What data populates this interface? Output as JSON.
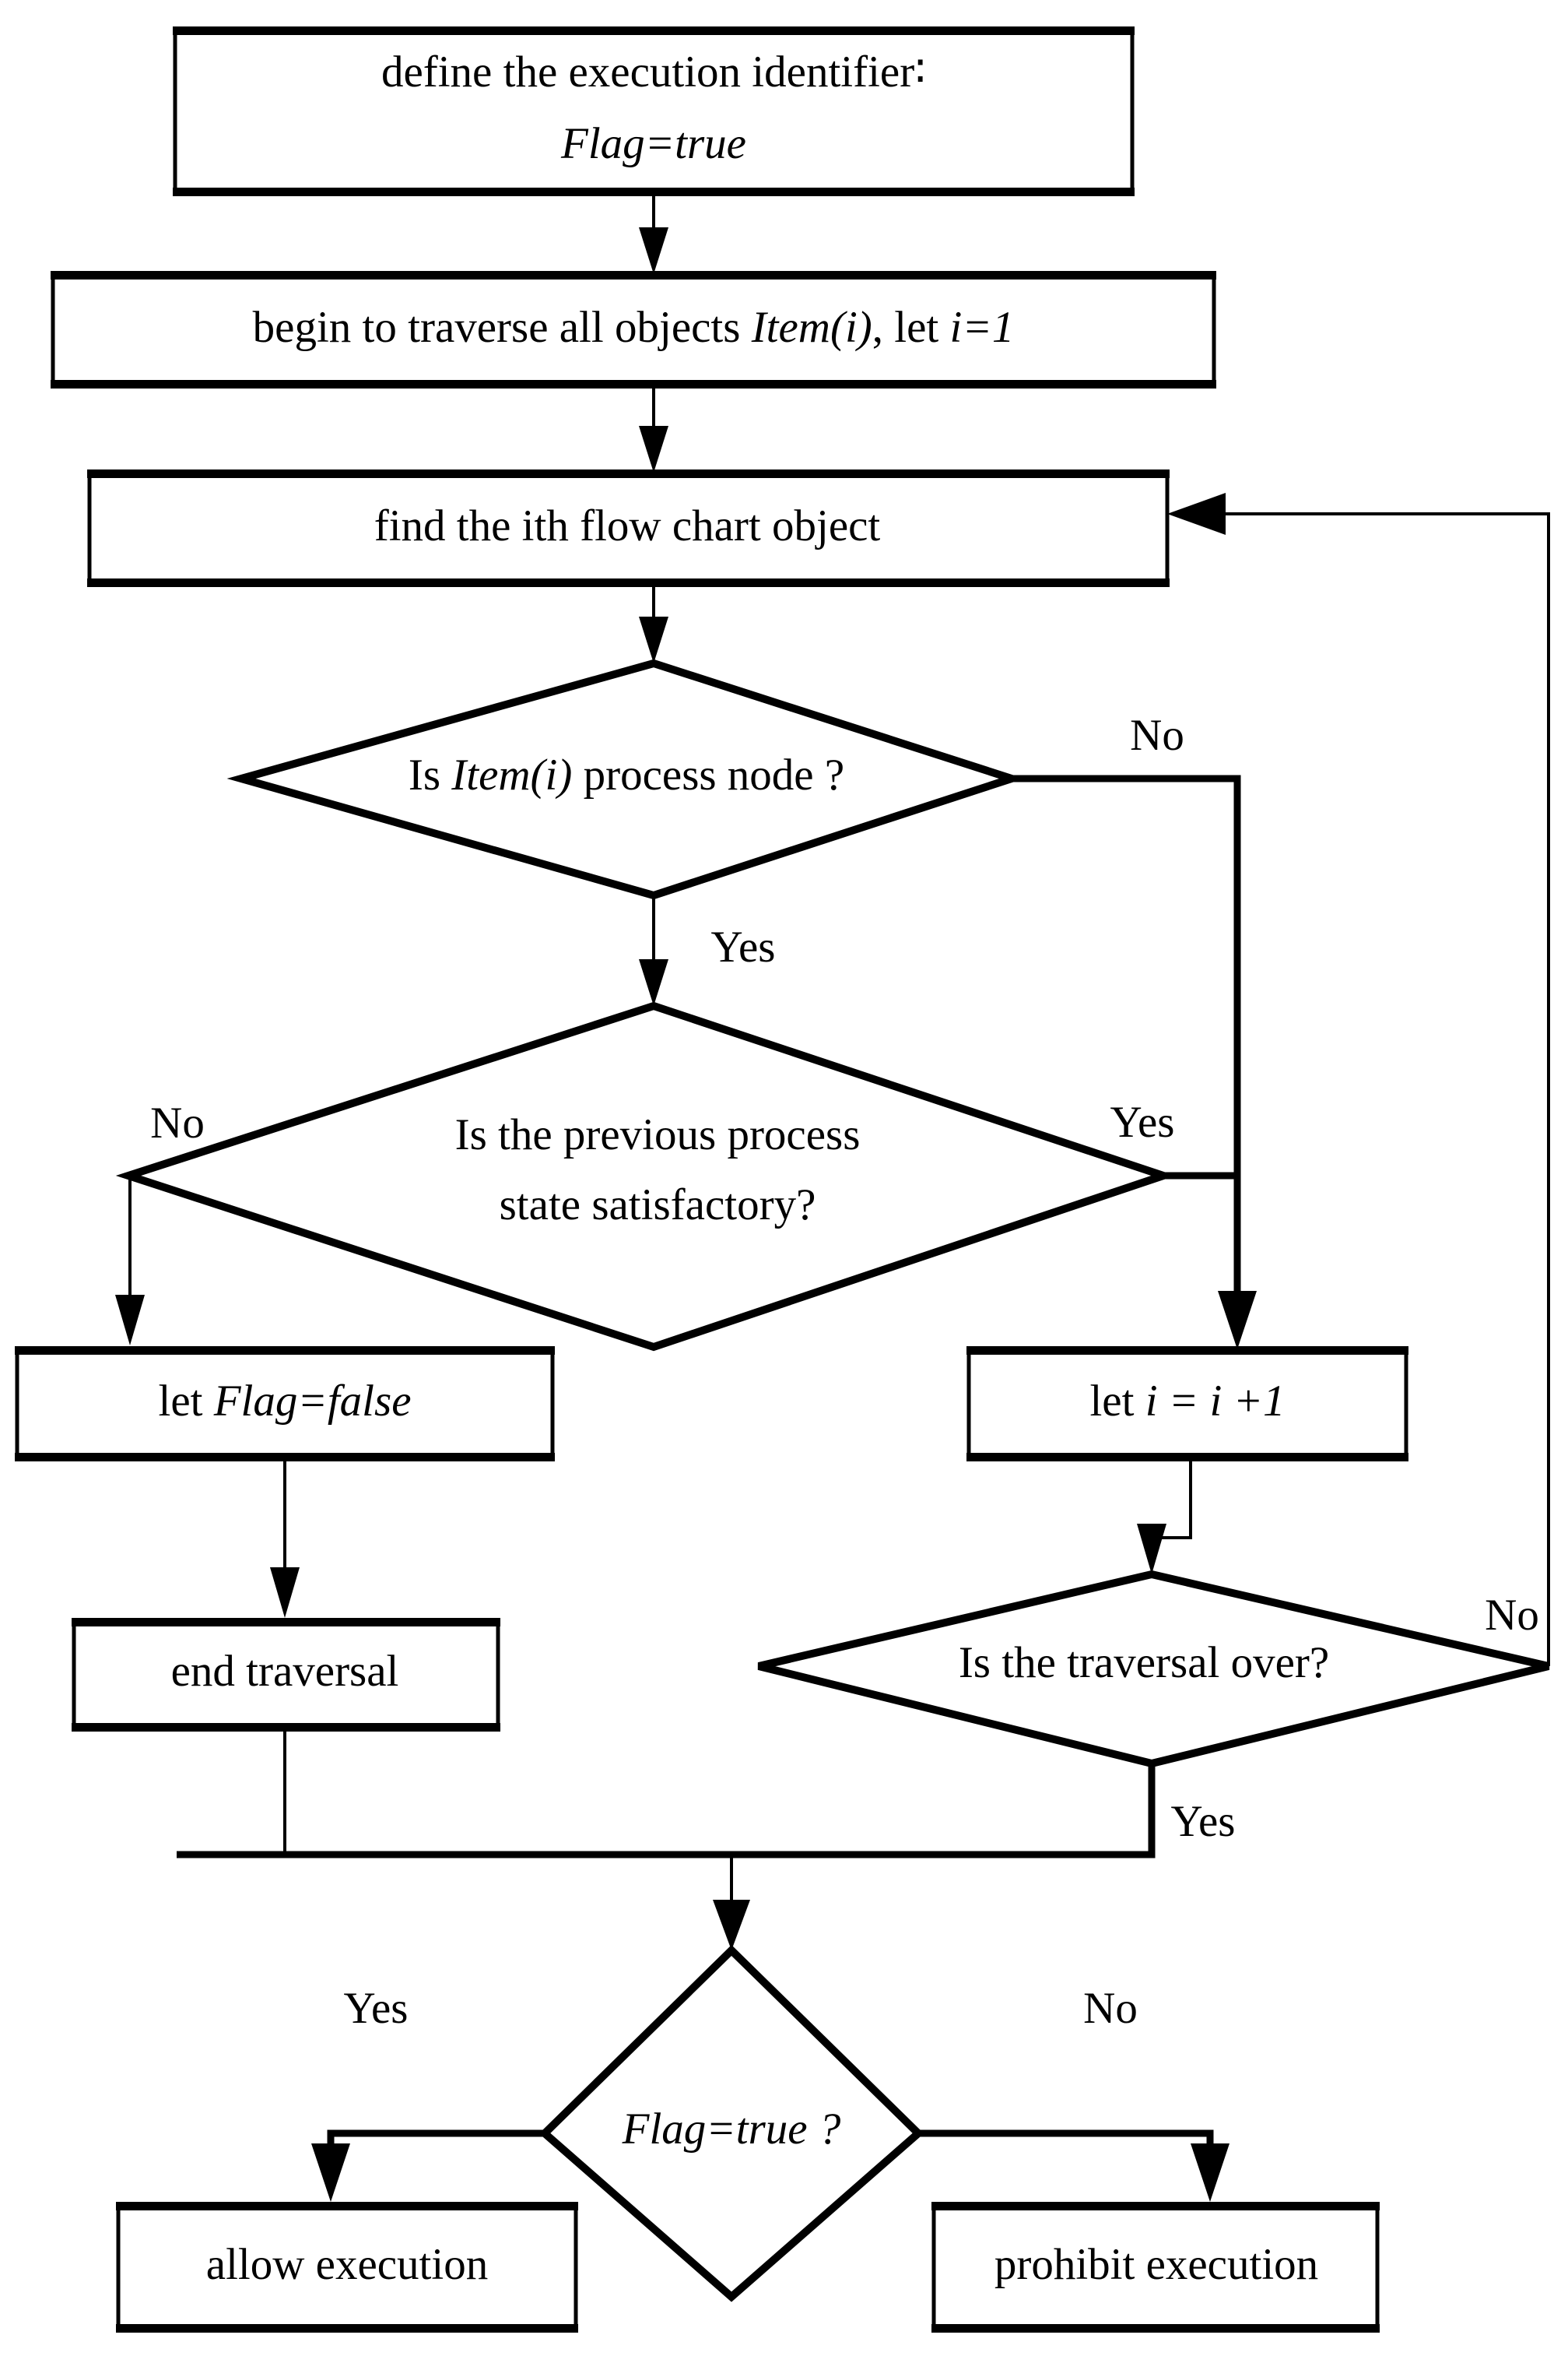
{
  "diagram": {
    "title": "flowchart",
    "colors": {
      "stroke": "#000000",
      "background": "#ffffff",
      "text": "#000000"
    },
    "nodes": {
      "define_flag": {
        "shape": "process",
        "line1": "define the execution identifier∶",
        "line2": "Flag=true"
      },
      "begin_traverse": {
        "shape": "process",
        "text_a": "begin to traverse all objects ",
        "text_b": "Item(i)",
        "text_c": ", let ",
        "text_d": "i=1"
      },
      "find_object": {
        "shape": "process",
        "text": "find the ith flow chart object"
      },
      "is_process_node": {
        "shape": "decision",
        "text_a": "Is ",
        "text_b": "Item(i)",
        "text_c": " process node ?"
      },
      "is_prev_satisfactory": {
        "shape": "decision",
        "line1": "Is the previous process",
        "line2": "state satisfactory?"
      },
      "let_flag_false": {
        "shape": "process",
        "text_a": "let ",
        "text_b": "Flag=false"
      },
      "let_i_inc": {
        "shape": "process",
        "text_a": "let ",
        "text_b": "i = i +1"
      },
      "end_traversal": {
        "shape": "process",
        "text": "end traversal"
      },
      "is_traversal_over": {
        "shape": "decision",
        "text": "Is the traversal over?"
      },
      "flag_is_true": {
        "shape": "decision",
        "text": "Flag=true ?"
      },
      "allow_execution": {
        "shape": "process",
        "text": "allow execution"
      },
      "prohibit_execution": {
        "shape": "process",
        "text": "prohibit execution"
      }
    },
    "edge_labels": {
      "process_node_no": "No",
      "process_node_yes": "Yes",
      "prev_satisfactory_no": "No",
      "prev_satisfactory_yes": "Yes",
      "traversal_over_no": "No",
      "traversal_over_yes": "Yes",
      "flag_true_yes": "Yes",
      "flag_true_no": "No"
    }
  }
}
